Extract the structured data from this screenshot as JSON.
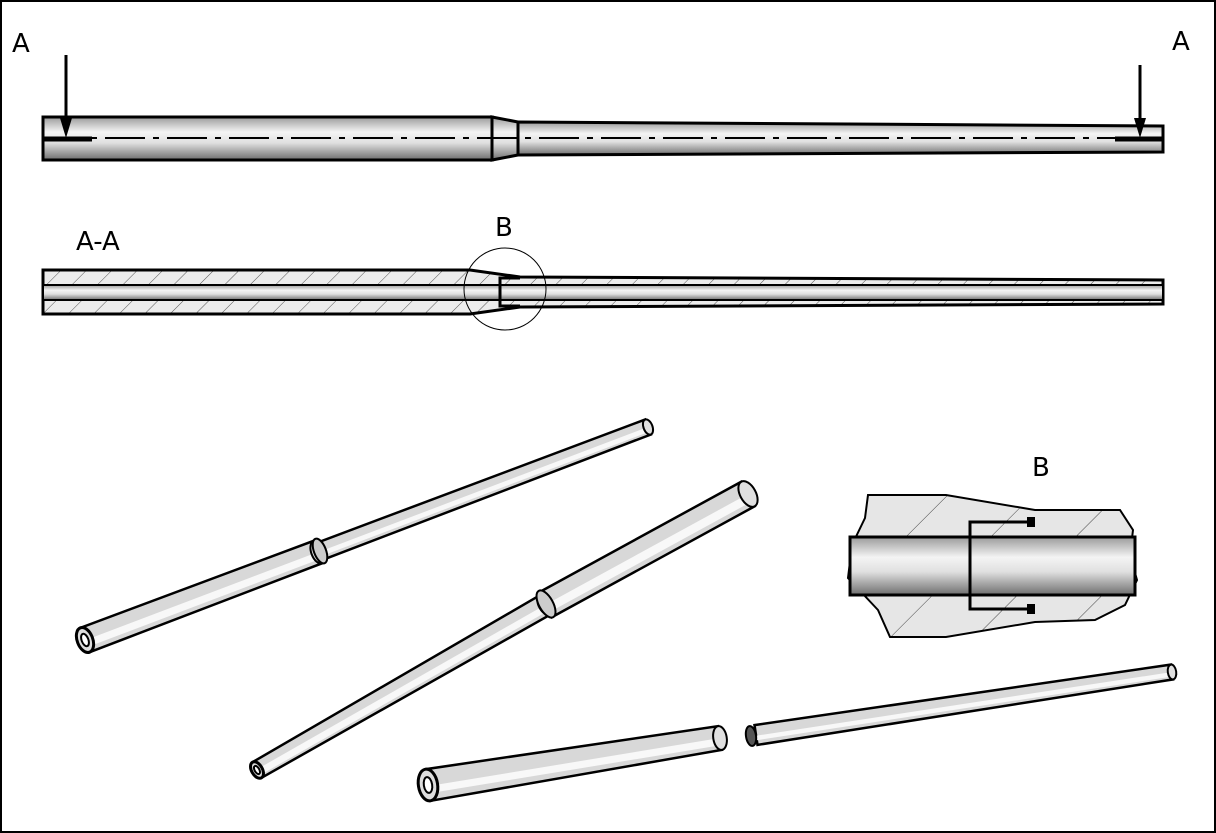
{
  "labels": {
    "arrow_left": "A",
    "arrow_right": "A",
    "section": "A-A",
    "detail_callout": "B",
    "detail_title": "B"
  },
  "colors": {
    "line": "#000000",
    "fill": "#e6e6e6",
    "hatch": "#555555"
  }
}
